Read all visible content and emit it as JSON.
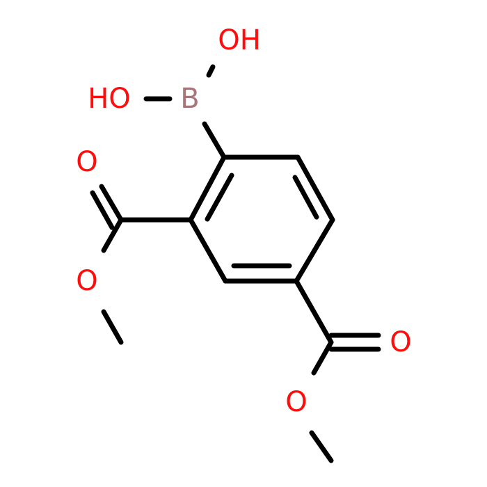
{
  "colors": {
    "bond": "#000000",
    "oxygen": "#ff0d0d",
    "boron": "#a8767a",
    "background": "#ffffff"
  },
  "atoms": {
    "oh_top": "OH",
    "ho_left": "HO",
    "boron": "B",
    "ester1_carbonyl_o": "O",
    "ester1_ether_o": "O",
    "ester2_carbonyl_o": "O",
    "ester2_ether_o": "O"
  }
}
